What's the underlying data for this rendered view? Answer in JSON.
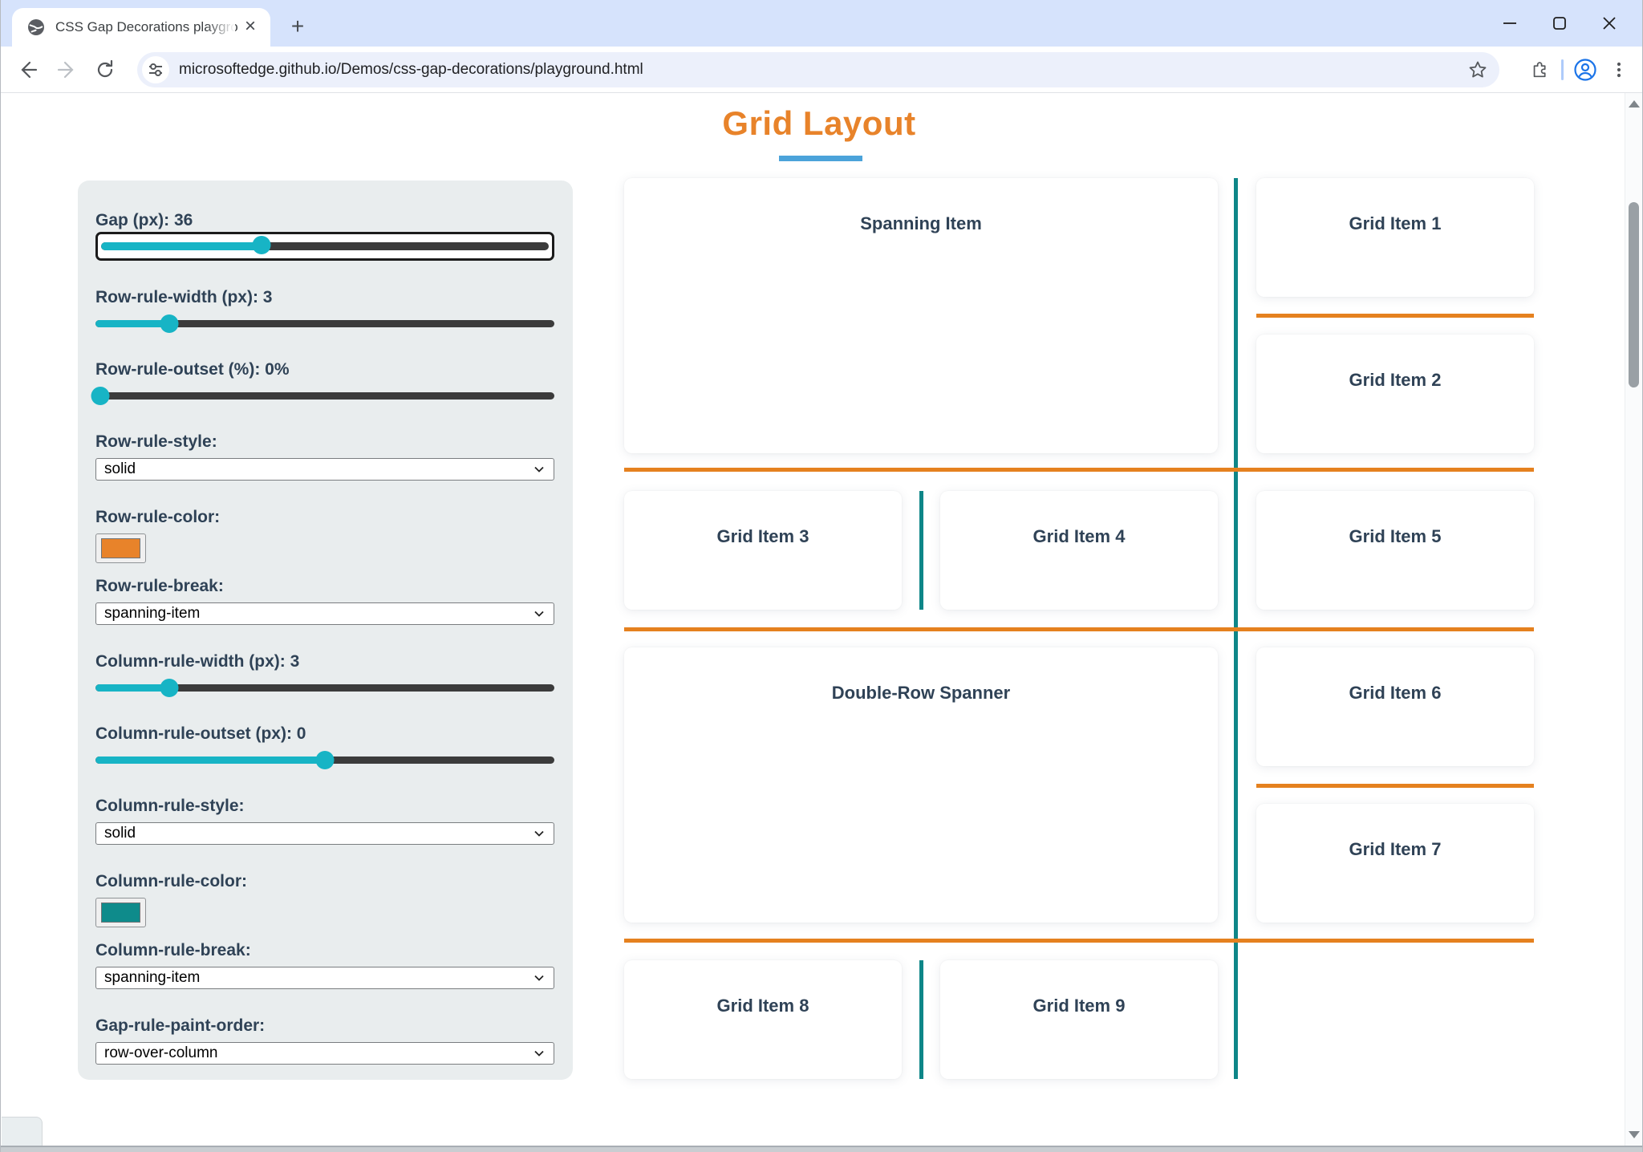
{
  "browser": {
    "tab": {
      "title": "CSS Gap Decorations playgroun",
      "close_glyph": "×"
    },
    "new_tab_glyph": "+",
    "url": "microsoftedge.github.io/Demos/css-gap-decorations/playground.html",
    "window_controls": {
      "minimize": "minimize",
      "maximize": "maximize",
      "close": "close"
    }
  },
  "page": {
    "title": "Grid Layout"
  },
  "panel": {
    "items": [
      {
        "type": "slider",
        "label": "Gap (px): 36",
        "value": 36,
        "percent": 36,
        "focused": true
      },
      {
        "type": "slider",
        "label": "Row-rule-width (px): 3",
        "value": 3,
        "percent": 16
      },
      {
        "type": "slider",
        "label": "Row-rule-outset (%): 0%",
        "value": 0,
        "percent": 1
      },
      {
        "type": "select",
        "label": "Row-rule-style:",
        "value": "solid"
      },
      {
        "type": "color",
        "label": "Row-rule-color:",
        "value": "#e8832a"
      },
      {
        "type": "select",
        "label": "Row-rule-break:",
        "value": "spanning-item"
      },
      {
        "type": "slider",
        "label": "Column-rule-width (px): 3",
        "value": 3,
        "percent": 16
      },
      {
        "type": "slider",
        "label": "Column-rule-outset (px): 0",
        "value": 0,
        "percent": 50
      },
      {
        "type": "select",
        "label": "Column-rule-style:",
        "value": "solid"
      },
      {
        "type": "color",
        "label": "Column-rule-color:",
        "value": "#0e8b8b"
      },
      {
        "type": "select",
        "label": "Column-rule-break:",
        "value": "spanning-item"
      },
      {
        "type": "select",
        "label": "Gap-rule-paint-order:",
        "value": "row-over-column"
      }
    ]
  },
  "grid": {
    "items": [
      "Spanning Item",
      "Grid Item 1",
      "Grid Item 2",
      "Grid Item 3",
      "Grid Item 4",
      "Grid Item 5",
      "Double-Row Spanner",
      "Grid Item 6",
      "Grid Item 7",
      "Grid Item 8",
      "Grid Item 9"
    ]
  },
  "colors": {
    "title_orange": "#e8832a",
    "underline_blue": "#4ba3da",
    "row_rule_orange": "#e5811f",
    "column_rule_teal": "#0e8688",
    "slider_teal": "#17b4c5",
    "tabstrip_blue": "#d6e3fc",
    "panel_gray": "#e9edee",
    "label_slate": "#2f4256"
  }
}
